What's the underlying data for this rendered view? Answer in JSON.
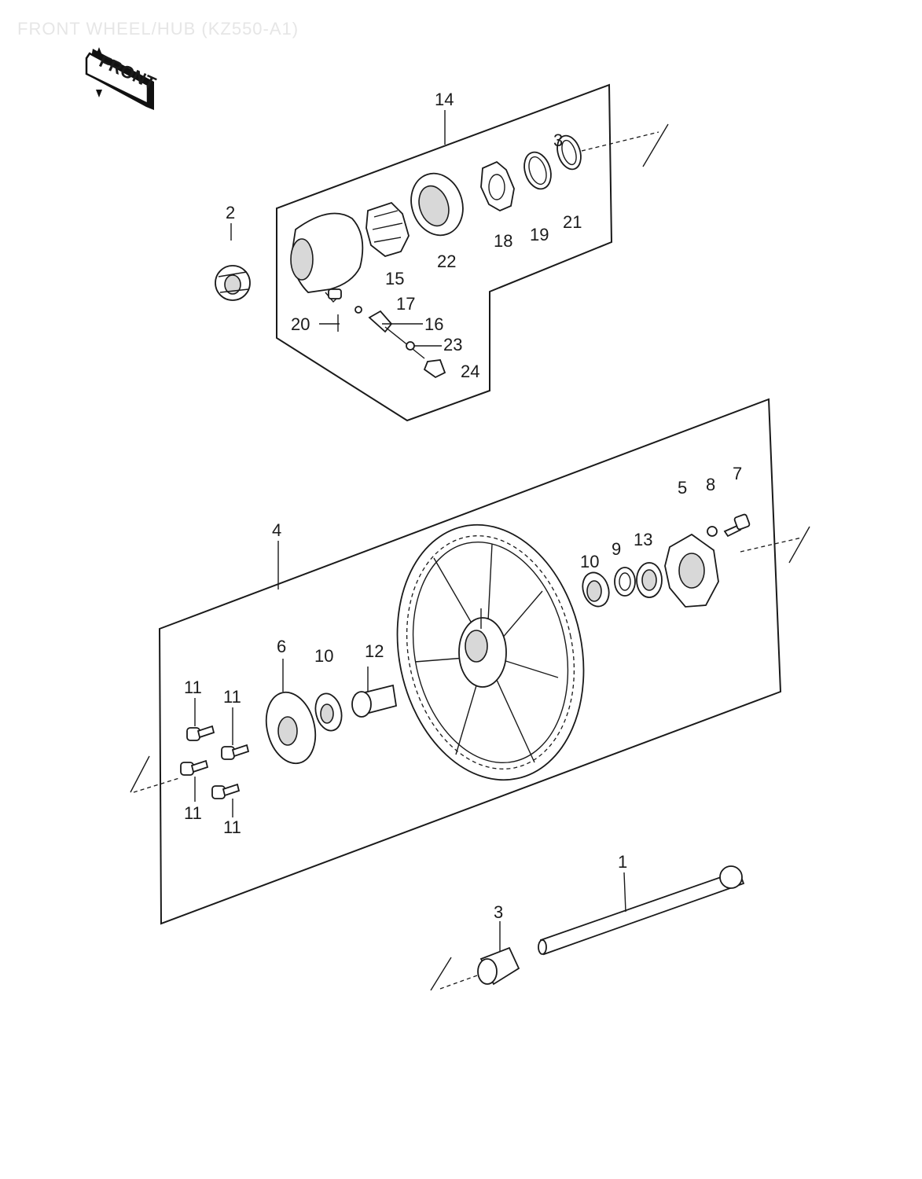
{
  "title": "FRONT WHEEL/HUB (KZ550-A1)",
  "direction_badge": "FRONT",
  "callouts": [
    {
      "id": "c14",
      "text": "14"
    },
    {
      "id": "c3a",
      "text": "3"
    },
    {
      "id": "c2",
      "text": "2"
    },
    {
      "id": "c21",
      "text": "21"
    },
    {
      "id": "c19",
      "text": "19"
    },
    {
      "id": "c18",
      "text": "18"
    },
    {
      "id": "c22",
      "text": "22"
    },
    {
      "id": "c15",
      "text": "15"
    },
    {
      "id": "c17",
      "text": "17"
    },
    {
      "id": "c20",
      "text": "20"
    },
    {
      "id": "c16",
      "text": "16"
    },
    {
      "id": "c23",
      "text": "23"
    },
    {
      "id": "c24",
      "text": "24"
    },
    {
      "id": "c7",
      "text": "7"
    },
    {
      "id": "c8",
      "text": "8"
    },
    {
      "id": "c5",
      "text": "5"
    },
    {
      "id": "c4",
      "text": "4"
    },
    {
      "id": "c13",
      "text": "13"
    },
    {
      "id": "c9",
      "text": "9"
    },
    {
      "id": "c10a",
      "text": "10"
    },
    {
      "id": "c6",
      "text": "6"
    },
    {
      "id": "c10b",
      "text": "10"
    },
    {
      "id": "c12",
      "text": "12"
    },
    {
      "id": "c11a",
      "text": "11"
    },
    {
      "id": "c11b",
      "text": "11"
    },
    {
      "id": "c11c",
      "text": "11"
    },
    {
      "id": "c11d",
      "text": "11"
    },
    {
      "id": "c1",
      "text": "1"
    },
    {
      "id": "c3b",
      "text": "3"
    }
  ]
}
